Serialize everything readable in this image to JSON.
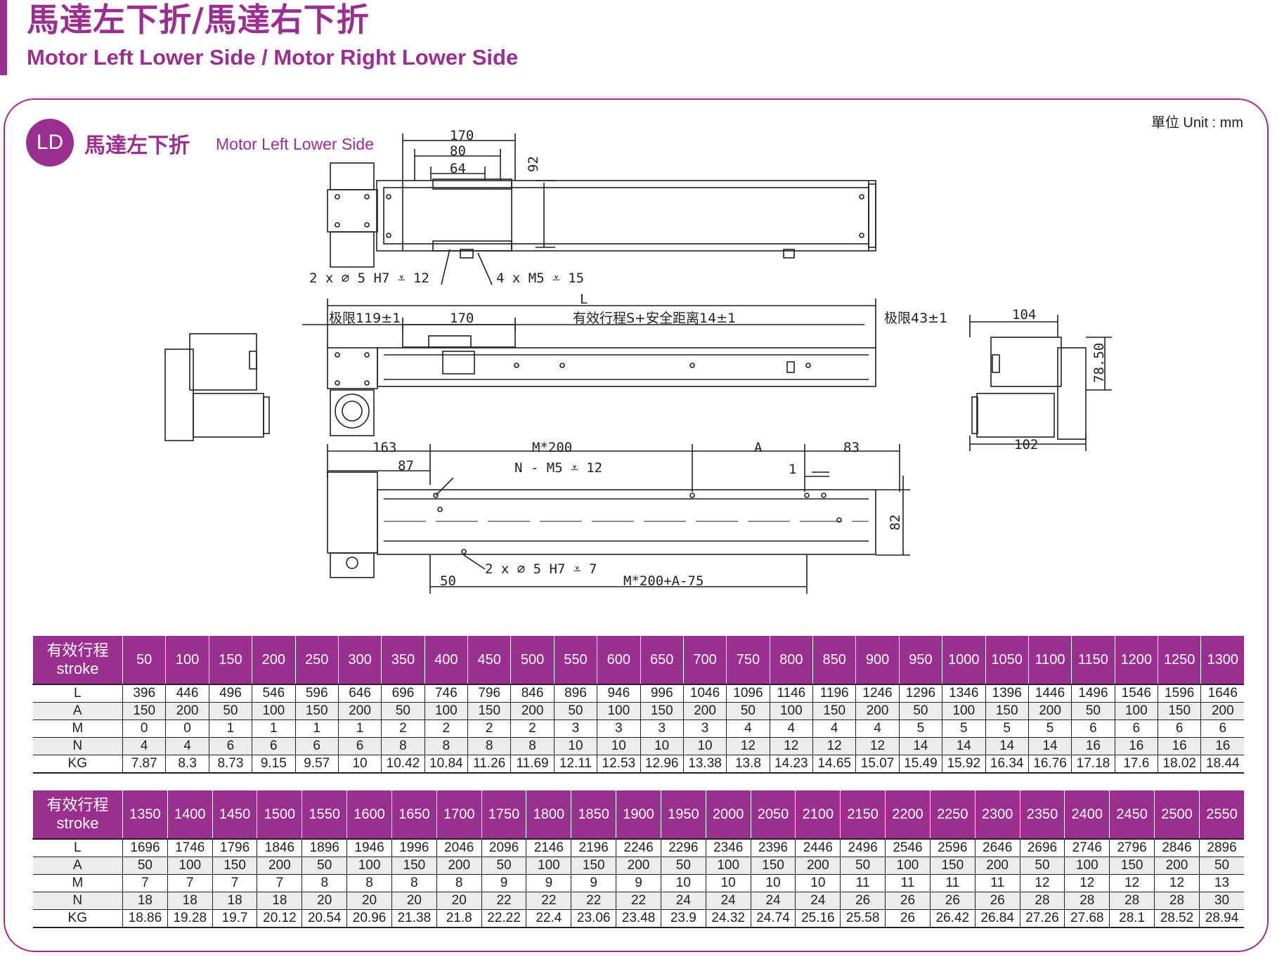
{
  "header": {
    "title_zh": "馬達左下折/馬達右下折",
    "title_en": "Motor Left Lower Side / Motor Right Lower Side"
  },
  "unit": "單位 Unit : mm",
  "section": {
    "badge": "LD",
    "title_zh": "馬達左下折",
    "title_en": "Motor Left Lower Side"
  },
  "drawing": {
    "dim_170_top": "170",
    "dim_80": "80",
    "dim_64": "64",
    "dim_92": "92",
    "note_pin": "2 x ∅ 5 H7 ⩡ 12",
    "note_tap": "4 x  M5 ⩡ 15",
    "dim_L": "L",
    "dim_limit_left": "极限119±1",
    "dim_170_mid": "170",
    "dim_stroke": "有效行程S+安全距离14±1",
    "dim_limit_right": "极限43±1",
    "dim_104": "104",
    "dim_7850": "78.50",
    "dim_102": "102",
    "dim_163": "163",
    "dim_m200": "M*200",
    "dim_A": "A",
    "dim_83": "83",
    "dim_87": "87",
    "note_nm5": "N - M5  ⩡ 12",
    "dim_1": "1",
    "dim_82": "82",
    "note_pin2": "2 x ∅ 5 H7 ⩡ 7",
    "dim_50": "50",
    "dim_m200a": "M*200+A-75"
  },
  "colors": {
    "accent": "#9b2f8f",
    "row_alt": "#ececec",
    "line": "#231f20"
  },
  "tables": [
    {
      "header_zh": "有效行程",
      "header_en": "stroke",
      "strokes": [
        "50",
        "100",
        "150",
        "200",
        "250",
        "300",
        "350",
        "400",
        "450",
        "500",
        "550",
        "600",
        "650",
        "700",
        "750",
        "800",
        "850",
        "900",
        "950",
        "1000",
        "1050",
        "1100",
        "1150",
        "1200",
        "1250",
        "1300"
      ],
      "rows": [
        {
          "label": "L",
          "values": [
            "396",
            "446",
            "496",
            "546",
            "596",
            "646",
            "696",
            "746",
            "796",
            "846",
            "896",
            "946",
            "996",
            "1046",
            "1096",
            "1146",
            "1196",
            "1246",
            "1296",
            "1346",
            "1396",
            "1446",
            "1496",
            "1546",
            "1596",
            "1646"
          ]
        },
        {
          "label": "A",
          "values": [
            "150",
            "200",
            "50",
            "100",
            "150",
            "200",
            "50",
            "100",
            "150",
            "200",
            "50",
            "100",
            "150",
            "200",
            "50",
            "100",
            "150",
            "200",
            "50",
            "100",
            "150",
            "200",
            "50",
            "100",
            "150",
            "200"
          ]
        },
        {
          "label": "M",
          "values": [
            "0",
            "0",
            "1",
            "1",
            "1",
            "1",
            "2",
            "2",
            "2",
            "2",
            "3",
            "3",
            "3",
            "3",
            "4",
            "4",
            "4",
            "4",
            "5",
            "5",
            "5",
            "5",
            "6",
            "6",
            "6",
            "6"
          ]
        },
        {
          "label": "N",
          "values": [
            "4",
            "4",
            "6",
            "6",
            "6",
            "6",
            "8",
            "8",
            "8",
            "8",
            "10",
            "10",
            "10",
            "10",
            "12",
            "12",
            "12",
            "12",
            "14",
            "14",
            "14",
            "14",
            "16",
            "16",
            "16",
            "16"
          ]
        },
        {
          "label": "KG",
          "values": [
            "7.87",
            "8.3",
            "8.73",
            "9.15",
            "9.57",
            "10",
            "10.42",
            "10.84",
            "11.26",
            "11.69",
            "12.11",
            "12.53",
            "12.96",
            "13.38",
            "13.8",
            "14.23",
            "14.65",
            "15.07",
            "15.49",
            "15.92",
            "16.34",
            "16.76",
            "17.18",
            "17.6",
            "18.02",
            "18.44"
          ]
        }
      ]
    },
    {
      "header_zh": "有效行程",
      "header_en": "stroke",
      "strokes": [
        "1350",
        "1400",
        "1450",
        "1500",
        "1550",
        "1600",
        "1650",
        "1700",
        "1750",
        "1800",
        "1850",
        "1900",
        "1950",
        "2000",
        "2050",
        "2100",
        "2150",
        "2200",
        "2250",
        "2300",
        "2350",
        "2400",
        "2450",
        "2500",
        "2550"
      ],
      "rows": [
        {
          "label": "L",
          "values": [
            "1696",
            "1746",
            "1796",
            "1846",
            "1896",
            "1946",
            "1996",
            "2046",
            "2096",
            "2146",
            "2196",
            "2246",
            "2296",
            "2346",
            "2396",
            "2446",
            "2496",
            "2546",
            "2596",
            "2646",
            "2696",
            "2746",
            "2796",
            "2846",
            "2896"
          ]
        },
        {
          "label": "A",
          "values": [
            "50",
            "100",
            "150",
            "200",
            "50",
            "100",
            "150",
            "200",
            "50",
            "100",
            "150",
            "200",
            "50",
            "100",
            "150",
            "200",
            "50",
            "100",
            "150",
            "200",
            "50",
            "100",
            "150",
            "200",
            "50"
          ]
        },
        {
          "label": "M",
          "values": [
            "7",
            "7",
            "7",
            "7",
            "8",
            "8",
            "8",
            "8",
            "9",
            "9",
            "9",
            "9",
            "10",
            "10",
            "10",
            "10",
            "11",
            "11",
            "11",
            "11",
            "12",
            "12",
            "12",
            "12",
            "13"
          ]
        },
        {
          "label": "N",
          "values": [
            "18",
            "18",
            "18",
            "18",
            "20",
            "20",
            "20",
            "20",
            "22",
            "22",
            "22",
            "22",
            "24",
            "24",
            "24",
            "24",
            "26",
            "26",
            "26",
            "26",
            "28",
            "28",
            "28",
            "28",
            "30"
          ]
        },
        {
          "label": "KG",
          "values": [
            "18.86",
            "19.28",
            "19.7",
            "20.12",
            "20.54",
            "20.96",
            "21.38",
            "21.8",
            "22.22",
            "22.4",
            "23.06",
            "23.48",
            "23.9",
            "24.32",
            "24.74",
            "25.16",
            "25.58",
            "26",
            "26.42",
            "26.84",
            "27.26",
            "27.68",
            "28.1",
            "28.52",
            "28.94"
          ]
        }
      ]
    }
  ]
}
